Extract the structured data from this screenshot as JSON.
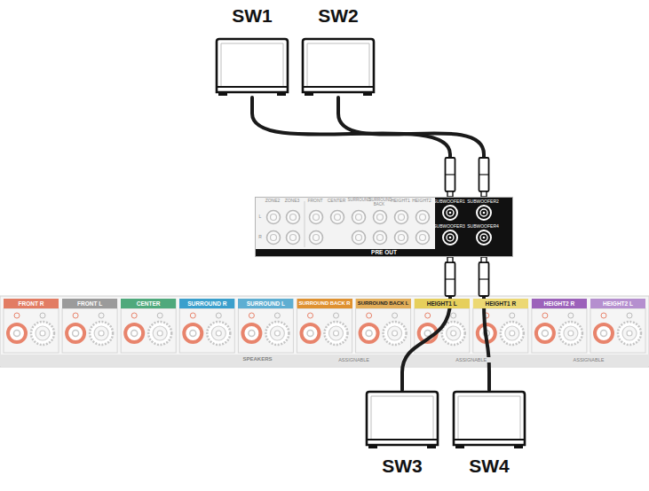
{
  "diagram": {
    "nodes": [
      {
        "text": [
          "SW1"
        ]
      },
      {
        "text": [
          "SW2"
        ]
      },
      {
        "text": [
          "PRE OUT"
        ]
      },
      {
        "text": [
          "SW3"
        ]
      },
      {
        "text": [
          "SW4"
        ]
      }
    ],
    "edges": [
      {
        "from": 2,
        "to": 0,
        "arrow": "none"
      },
      {
        "from": 2,
        "to": 1,
        "arrow": "none"
      },
      {
        "from": 2,
        "to": 3,
        "arrow": "none"
      },
      {
        "from": 2,
        "to": 4,
        "arrow": "none"
      }
    ],
    "labels": [
      "ZONE2",
      "ZONE3",
      "L",
      "R",
      "FRONT",
      "CENTER",
      "SURROUND",
      "SURROUND BACK",
      "HEIGHT1",
      "HEIGHT2",
      "SUBWOOFER1",
      "SUBWOOFER2",
      "SUBWOOFER3",
      "SUBWOOFER4",
      "FRONT R",
      "FRONT L",
      "CENTER",
      "SURROUND R",
      "SURROUND L",
      "SURROUND BACK R",
      "SURROUND BACK L",
      "HEIGHT1 L",
      "HEIGHT1 R",
      "HEIGHT2 R",
      "HEIGHT2 L",
      "SPEAKERS",
      "ASSIGNABLE",
      "ASSIGNABLE",
      "ASSIGNABLE"
    ]
  }
}
